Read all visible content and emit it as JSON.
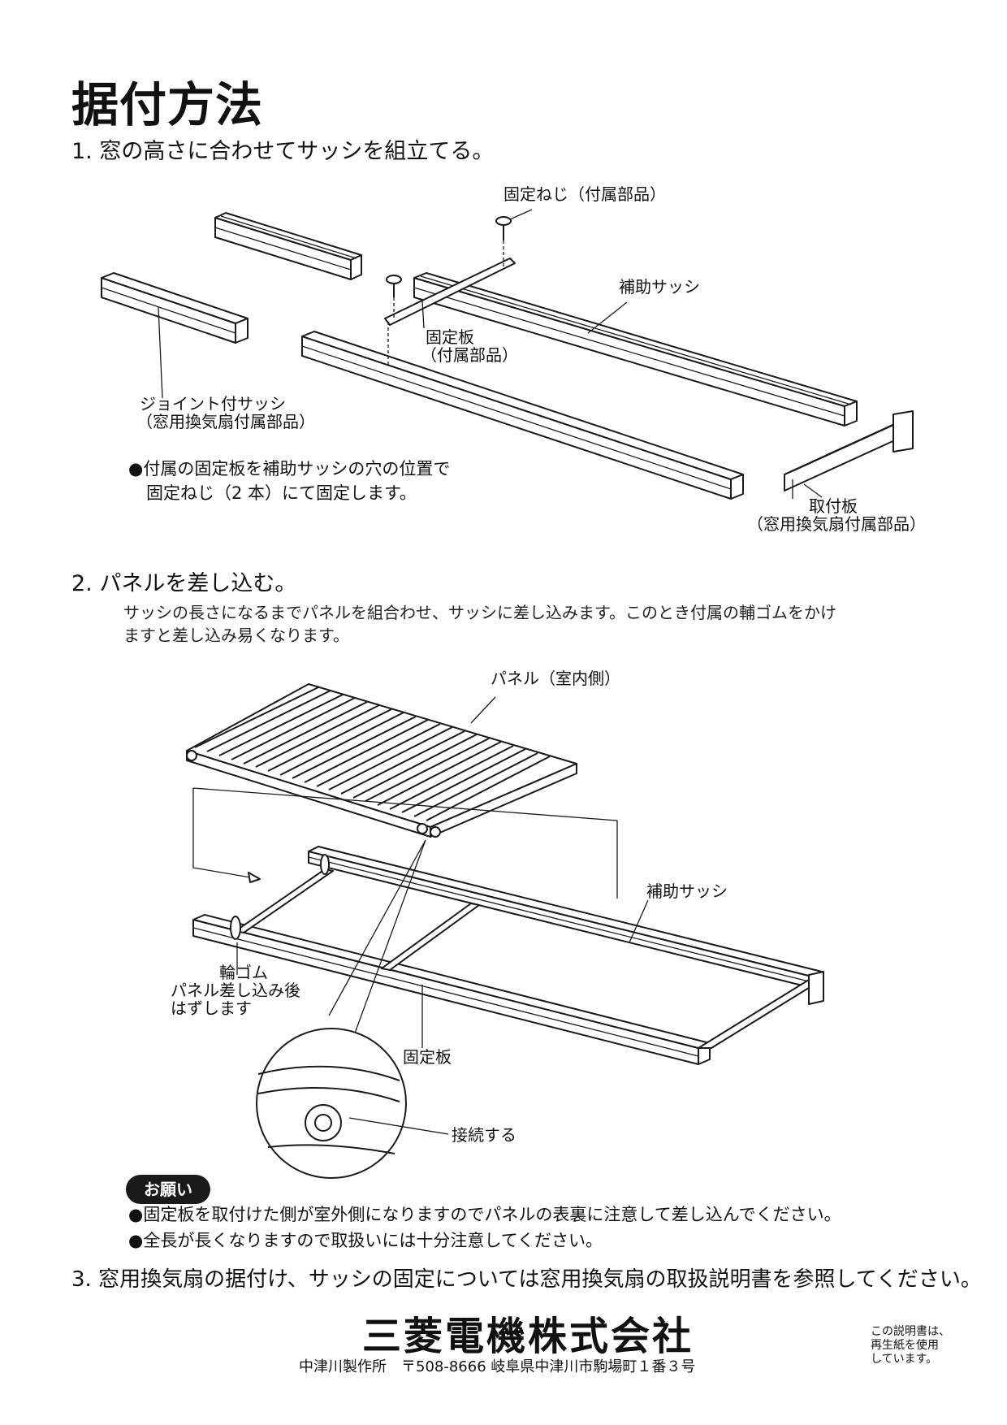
{
  "title": "据付方法",
  "step1": {
    "heading": "1. 窓の高さに合わせてサッシを組立てる。",
    "labels": {
      "fixing_screw": "固定ねじ（付属部品）",
      "aux_sash": "補助サッシ",
      "fixing_plate_1": "固定板",
      "fixing_plate_2": "（付属部品）",
      "joint_sash_1": "ジョイント付サッシ",
      "joint_sash_2": "（窓用換気扇付属部品）",
      "mount_plate_1": "取付板",
      "mount_plate_2": "（窓用換気扇付属部品）"
    },
    "note_line1": "●付属の固定板を補助サッシの穴の位置で",
    "note_line2": "固定ねじ（2 本）にて固定します。"
  },
  "step2": {
    "heading": "2. パネルを差し込む。",
    "desc_line1": "サッシの長さになるまでパネルを組合わせ、サッシに差し込みます。このとき付属の輔ゴムをかけ",
    "desc_line2": "ますと差し込み易くなります。",
    "labels": {
      "panel_indoor": "パネル（室内側）",
      "aux_sash": "補助サッシ",
      "rubber_1": "輪ゴム",
      "rubber_2": "パネル差し込み後",
      "rubber_3": "はずします",
      "fixing_plate": "固定板",
      "connect": "接続する"
    }
  },
  "request": {
    "badge": "お願い",
    "items": [
      "●固定板を取付けた側が室外側になりますのでパネルの表裏に注意して差し込んでください。",
      "●全長が長くなりますので取扱いには十分注意してください。"
    ]
  },
  "step3": {
    "heading": "3. 窓用換気扇の据付け、サッシの固定については窓用換気扇の取扱説明書を参照してください。"
  },
  "footer": {
    "company": "三菱電機株式会社",
    "address": "中津川製作所　〒508-8666  岐阜県中津川市駒場町１番３号",
    "recycle_1": "この説明書は、",
    "recycle_2": "再生紙を使用",
    "recycle_3": "しています。"
  }
}
